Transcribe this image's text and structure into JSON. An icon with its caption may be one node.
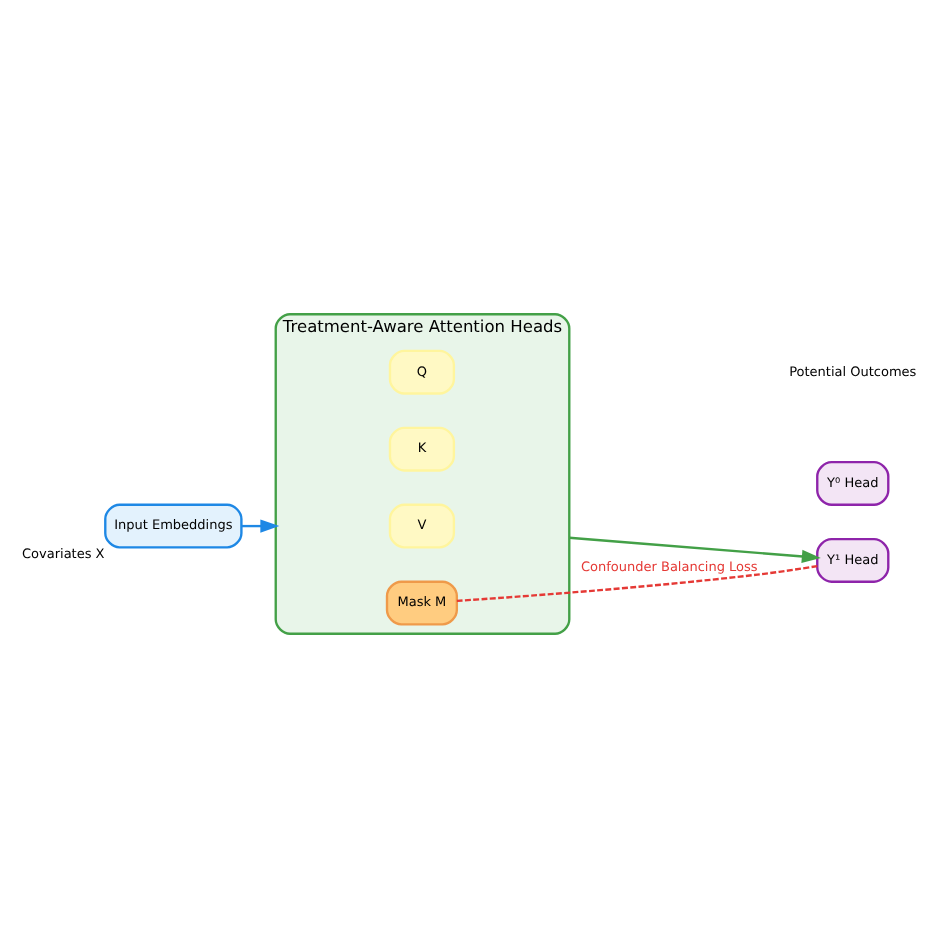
{
  "diagram": {
    "nodes": [
      {
        "text": [
          "Input Embeddings"
        ],
        "beside": [
          "Covariates X"
        ]
      },
      {
        "text": [
          "Treatment-Aware Attention Heads"
        ]
      },
      {
        "text": [
          "Q"
        ],
        "in": 1
      },
      {
        "text": [
          "K"
        ],
        "in": 1
      },
      {
        "text": [
          "V"
        ],
        "in": 1
      },
      {
        "text": [
          "Mask M"
        ],
        "in": 1
      },
      {
        "text": [
          "Y⁰ Head"
        ]
      },
      {
        "text": [
          "Y¹ Head"
        ]
      }
    ],
    "edges": [
      {
        "from": 0,
        "to": 1,
        "arrow": "to",
        "color": "#1e88e5"
      },
      {
        "from": 1,
        "to": 7,
        "arrow": "to",
        "color": "#43a047"
      },
      {
        "from": 7,
        "to": 5,
        "arrow": "none",
        "style": "dashed",
        "color": "#e53935",
        "label": "Confounder Balancing Loss"
      }
    ],
    "labels": [
      "Potential Outcomes"
    ]
  }
}
